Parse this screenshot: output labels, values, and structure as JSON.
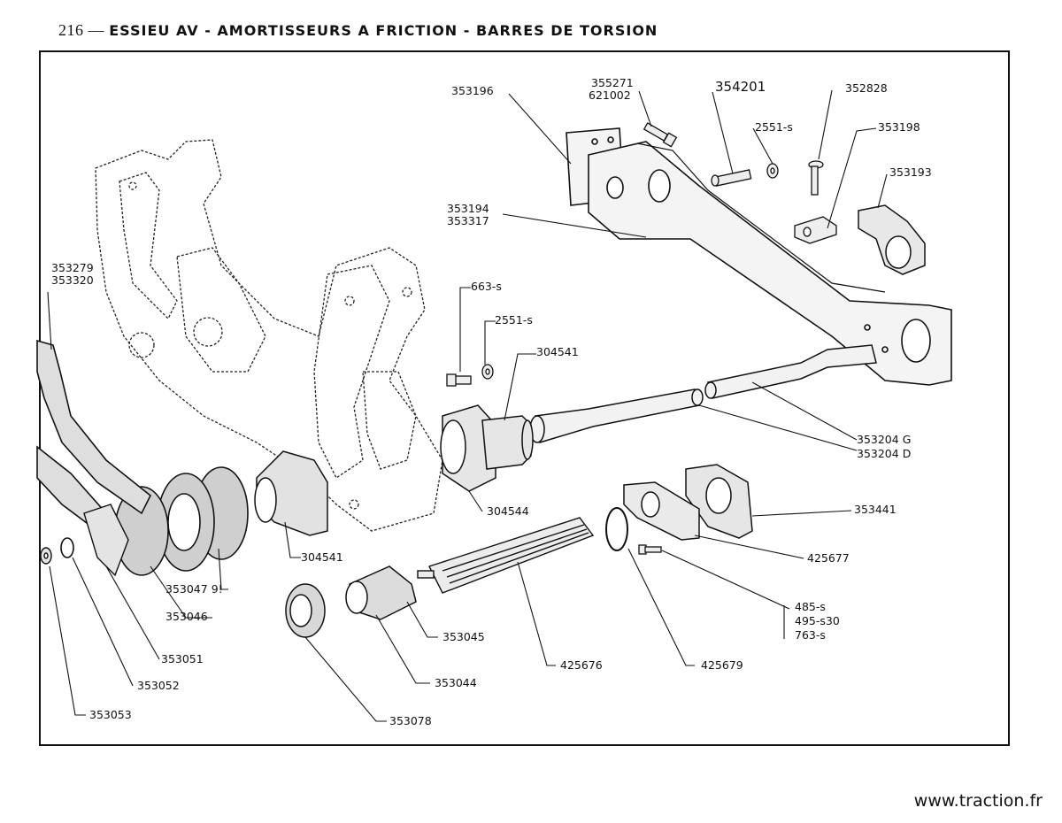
{
  "header": {
    "page_number": "216 —",
    "title": "ESSIEU AV - AMORTISSEURS A FRICTION - BARRES DE TORSION"
  },
  "footer": {
    "website": "www.traction.fr"
  },
  "labels": {
    "p353196": "353196",
    "p355271": "355271",
    "p621002": "621002",
    "p354201": "354201",
    "p352828": "352828",
    "p2551s_top": "2551-s",
    "p353198": "353198",
    "p353193": "353193",
    "p353194": "353194",
    "p353317": "353317",
    "p353279": "353279",
    "p353320": "353320",
    "p663s": "663-s",
    "p2551s_mid": "2551-s",
    "p304541_top": "304541",
    "p353204g": "353204 G",
    "p353204d": "353204 D",
    "p304544": "304544",
    "p353441": "353441",
    "p425677": "425677",
    "p304541_bot": "304541",
    "p485s": "485-s",
    "p495s30": "495-s30",
    "p763s": "763-s",
    "p353047": "353047 9!",
    "p353046": "353046",
    "p353045": "353045",
    "p353051": "353051",
    "p353052": "353052",
    "p353044": "353044",
    "p425676": "425676",
    "p425679": "425679",
    "p353053": "353053",
    "p353078": "353078"
  }
}
